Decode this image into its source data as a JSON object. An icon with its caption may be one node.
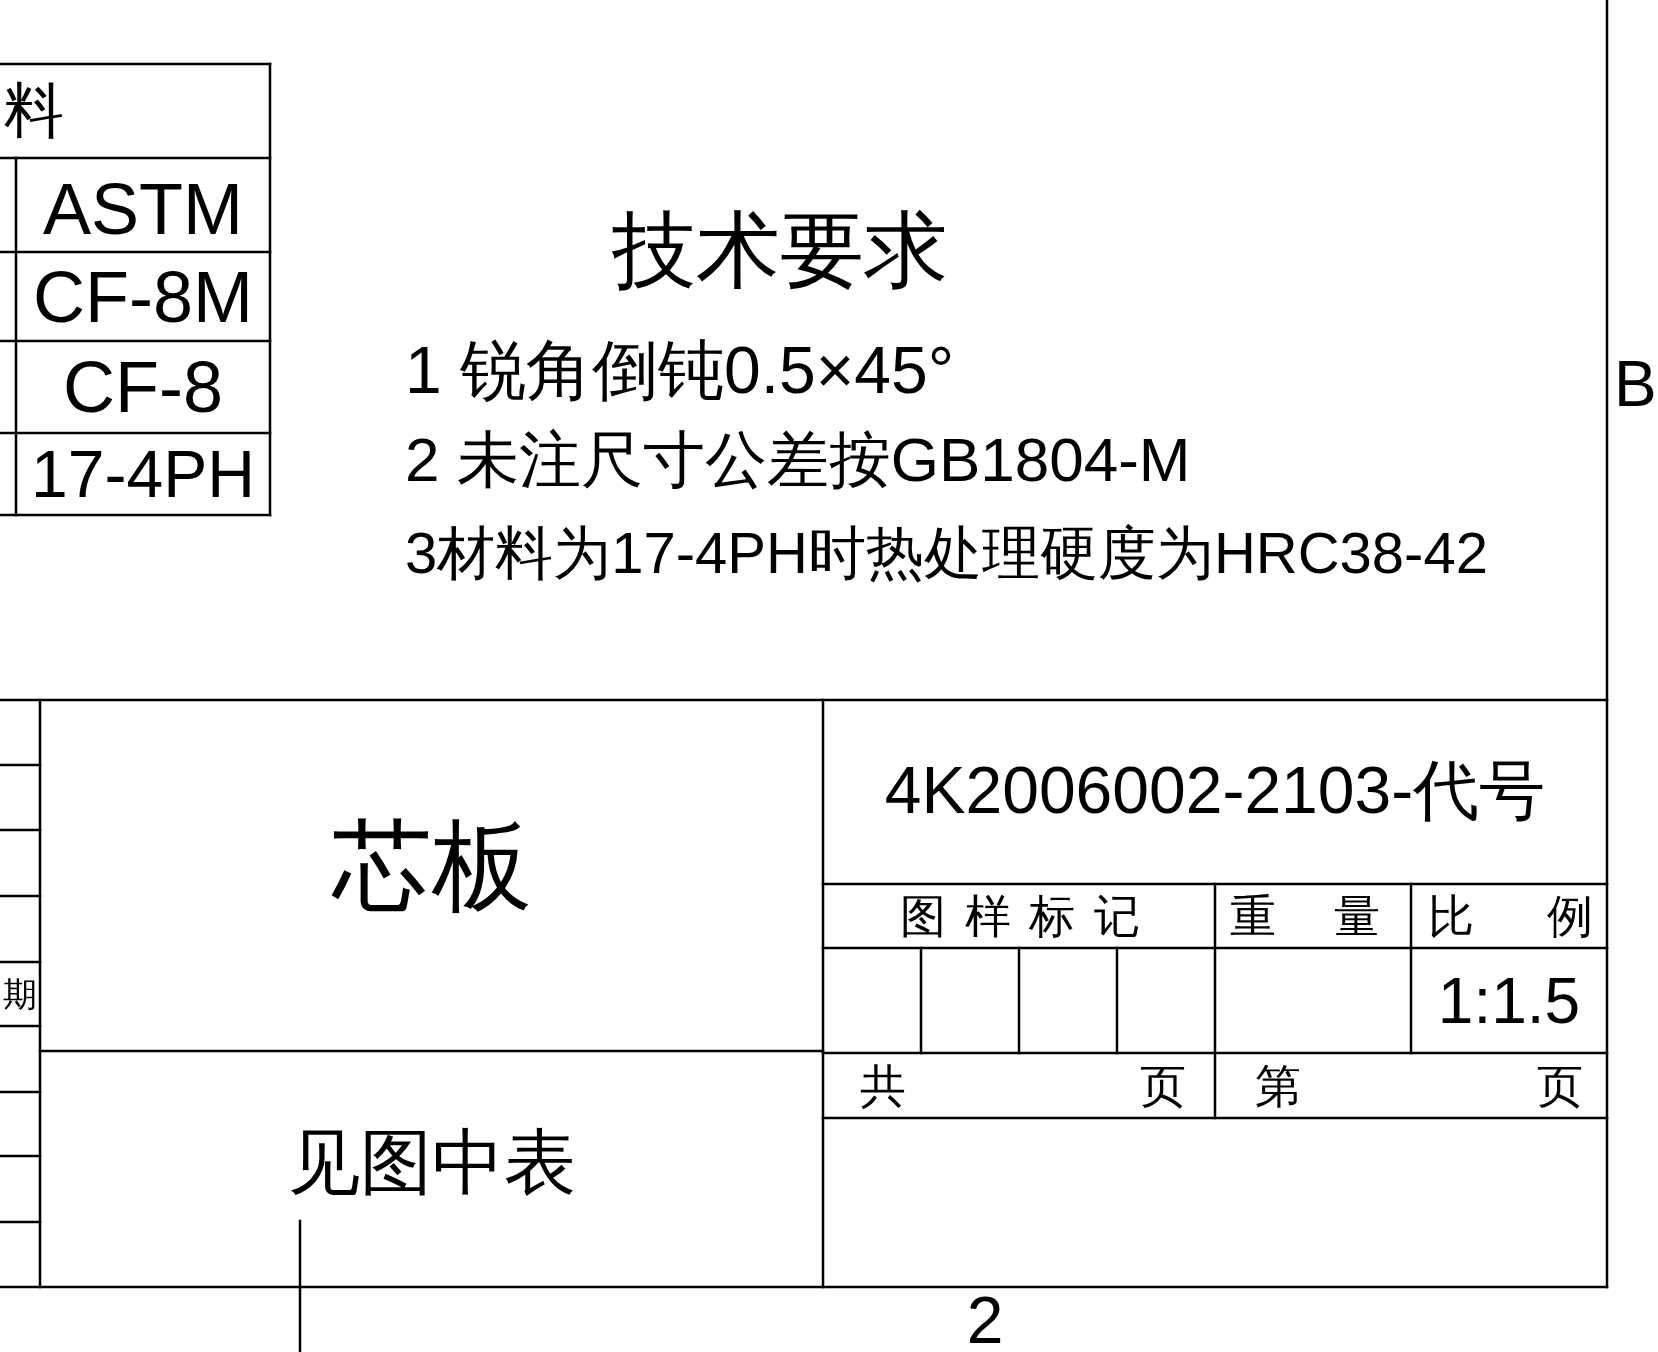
{
  "diagram": {
    "labels": [
      "料",
      "ASTM",
      "CF-8M",
      "CF-8",
      "17-4PH",
      "技术要求",
      "1 锐角倒钝0.5×45°",
      "2 未注尺寸公差按GB1804-M",
      "3材料为17-4PH时热处理硬度为HRC38-42",
      "B",
      "芯板",
      "4K2006002-2103-代号",
      "图样标记",
      "重量",
      "比例",
      "期",
      "1:1.5",
      "共",
      "页",
      "第",
      "页",
      "见图中表",
      "2"
    ]
  }
}
